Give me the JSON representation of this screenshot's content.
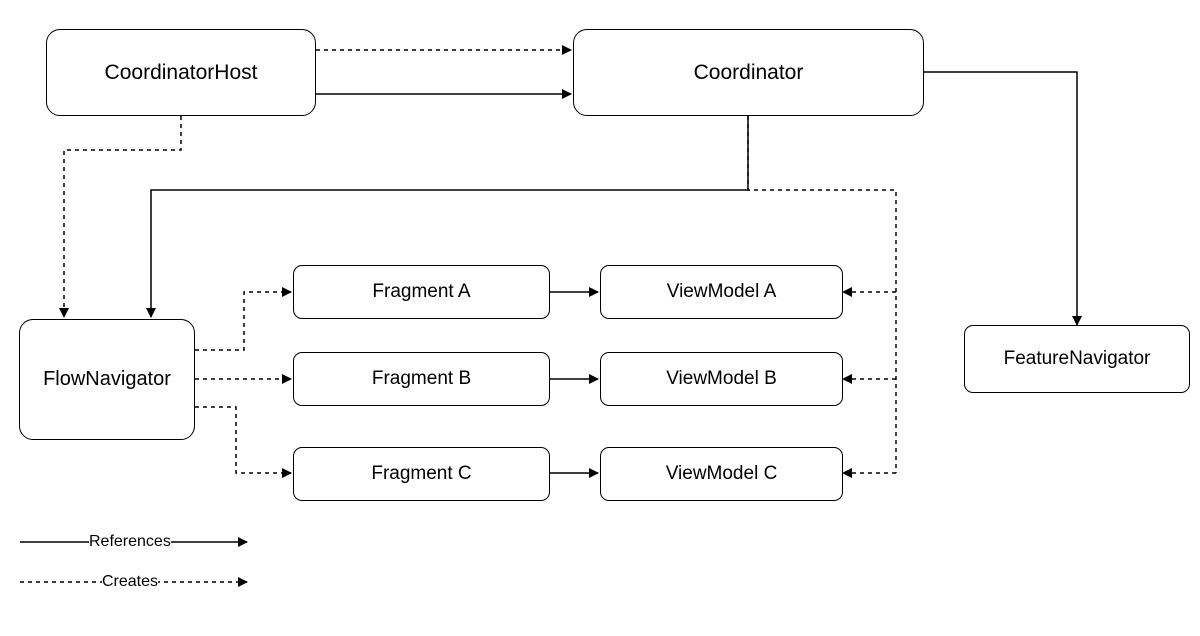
{
  "nodes": {
    "coordinator_host": "CoordinatorHost",
    "coordinator": "Coordinator",
    "feature_navigator": "FeatureNavigator",
    "flow_navigator": "FlowNavigator",
    "fragment_a": "Fragment A",
    "fragment_b": "Fragment B",
    "fragment_c": "Fragment C",
    "viewmodel_a": "ViewModel A",
    "viewmodel_b": "ViewModel B",
    "viewmodel_c": "ViewModel C"
  },
  "legend": {
    "references": "References",
    "creates": "Creates"
  },
  "edges": [
    {
      "from": "coordinator_host",
      "to": "coordinator",
      "kind": "references"
    },
    {
      "from": "coordinator_host",
      "to": "coordinator",
      "kind": "creates"
    },
    {
      "from": "coordinator_host",
      "to": "flow_navigator",
      "kind": "creates"
    },
    {
      "from": "coordinator",
      "to": "flow_navigator",
      "kind": "references"
    },
    {
      "from": "coordinator",
      "to": "feature_navigator",
      "kind": "references"
    },
    {
      "from": "coordinator",
      "to": "viewmodel_a",
      "kind": "creates"
    },
    {
      "from": "coordinator",
      "to": "viewmodel_b",
      "kind": "creates"
    },
    {
      "from": "coordinator",
      "to": "viewmodel_c",
      "kind": "creates"
    },
    {
      "from": "flow_navigator",
      "to": "fragment_a",
      "kind": "creates"
    },
    {
      "from": "flow_navigator",
      "to": "fragment_b",
      "kind": "creates"
    },
    {
      "from": "flow_navigator",
      "to": "fragment_c",
      "kind": "creates"
    },
    {
      "from": "fragment_a",
      "to": "viewmodel_a",
      "kind": "references"
    },
    {
      "from": "fragment_b",
      "to": "viewmodel_b",
      "kind": "references"
    },
    {
      "from": "fragment_c",
      "to": "viewmodel_c",
      "kind": "references"
    }
  ],
  "colors": {
    "stroke": "#000000",
    "background": "#ffffff"
  }
}
